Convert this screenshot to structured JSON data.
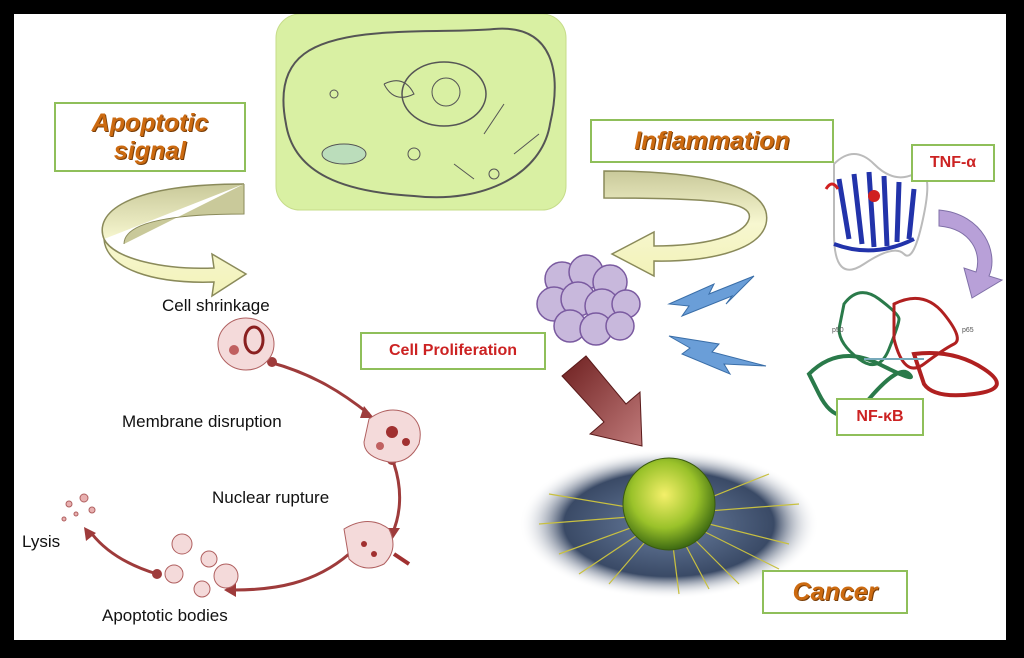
{
  "labels": {
    "apoptotic_signal": "Apoptotic signal",
    "inflammation": "Inflammation",
    "tnf": "TNF-α",
    "nfkb": "NF-κB",
    "cell_proliferation": "Cell Proliferation",
    "cancer": "Cancer",
    "cell_shrinkage": "Cell shrinkage",
    "membrane_disruption": "Membrane disruption",
    "nuclear_rupture": "Nuclear rupture",
    "lysis": "Lysis",
    "apoptotic_bodies": "Apoptotic bodies",
    "p50": "p50",
    "p65": "p65"
  },
  "colors": {
    "frame": "#000000",
    "box_border": "#8fbf5a",
    "orange_text": "#cc6a10",
    "red_text": "#cc2222",
    "apoptosis_path": "#9e3b3b",
    "arrow_fill": "#f2f2b8",
    "arrow_edge": "#8a8a5a",
    "cell_bg": "#d9f0a3",
    "prolif_cells": "#c8b8dc",
    "protein_blue": "#2233aa",
    "nfkb_green": "#2a7a4a",
    "nfkb_red": "#b02020",
    "lightning": "#6a9ed8",
    "big_arrow": "#8b3030"
  }
}
